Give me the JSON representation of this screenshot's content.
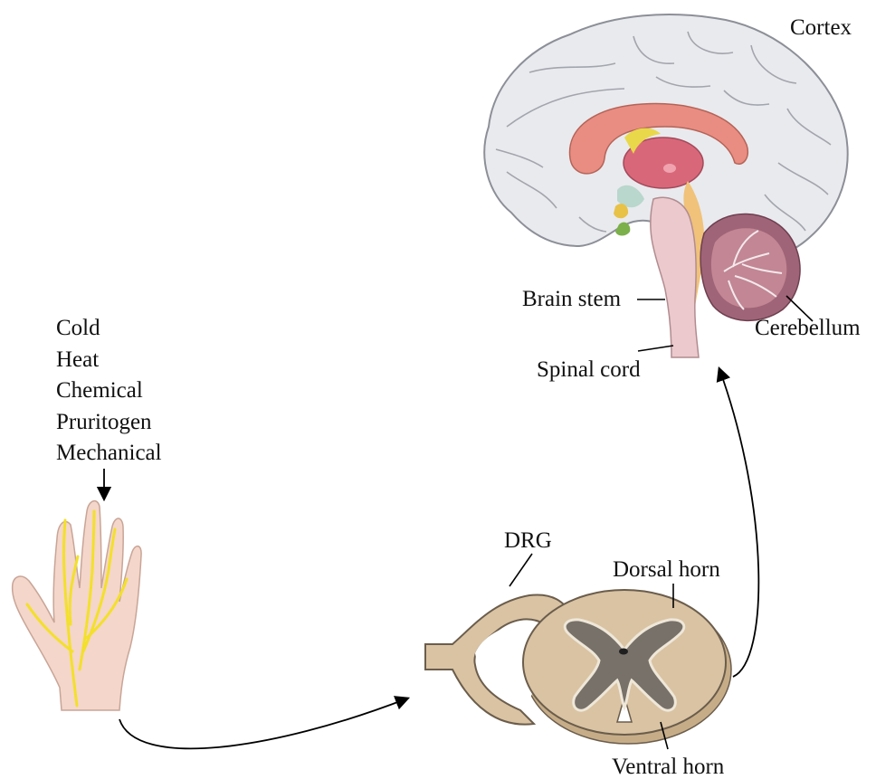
{
  "stimuli": [
    "Cold",
    "Heat",
    "Chemical",
    "Pruritogen",
    "Mechanical"
  ],
  "labels": {
    "cortex": "Cortex",
    "brain_stem": "Brain stem",
    "cerebellum": "Cerebellum",
    "spinal_cord": "Spinal cord",
    "drg": "DRG",
    "dorsal_horn": "Dorsal horn",
    "ventral_horn": "Ventral horn"
  },
  "colors": {
    "cortex_fill": "#e9eaee",
    "cortex_stroke": "#8d8f98",
    "corpus_callosum": "#e98d83",
    "thalamus": "#d9677a",
    "cerebellum": "#a06478",
    "brain_stem": "#ecc9cc",
    "spinal_tissue": "#d9c3a3",
    "grey_matter": "#77716a",
    "skin": "#f4d6ca",
    "nerve": "#f3e02a"
  }
}
